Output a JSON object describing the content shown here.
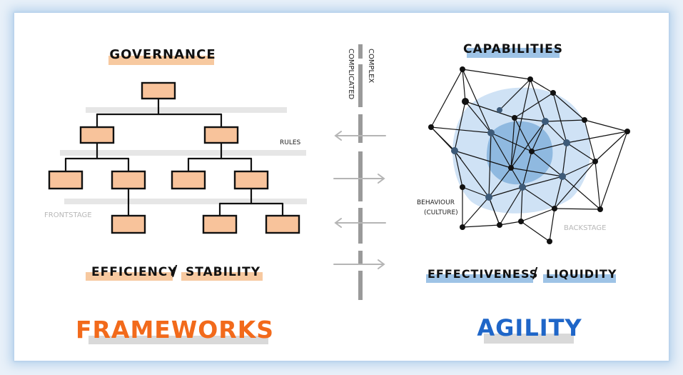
{
  "left": {
    "heading": "GOVERNANCE",
    "rules_label": "RULES",
    "frontstage_label": "FRONTSTAGE",
    "bottom_left": "EFFICIENCY",
    "separator": "/",
    "bottom_right": "STABILITY",
    "title": "FRAMEWORKS"
  },
  "middle": {
    "complicated": "COMPLICATED",
    "complex": "COMPLEX"
  },
  "right": {
    "heading": "CAPABILITIES",
    "behaviour_line1": "BEHAVIOUR",
    "behaviour_line2": "(CULTURE)",
    "backstage_label": "BACKSTAGE",
    "bottom_left": "EFFECTIVENESS",
    "separator": "/",
    "bottom_right": "LIQUIDITY",
    "title": "AGILITY"
  },
  "colors": {
    "orange_highlight": "#f7c9a0",
    "box_fill": "#f8c39b",
    "blue_highlight": "#9ec3e6",
    "frameworks_orange": "#f26a1b",
    "agility_blue": "#1f66c8",
    "gray_band": "#e6e6e6",
    "network_outer": "#cfe2f5",
    "network_inner": "#8fb9e0"
  }
}
